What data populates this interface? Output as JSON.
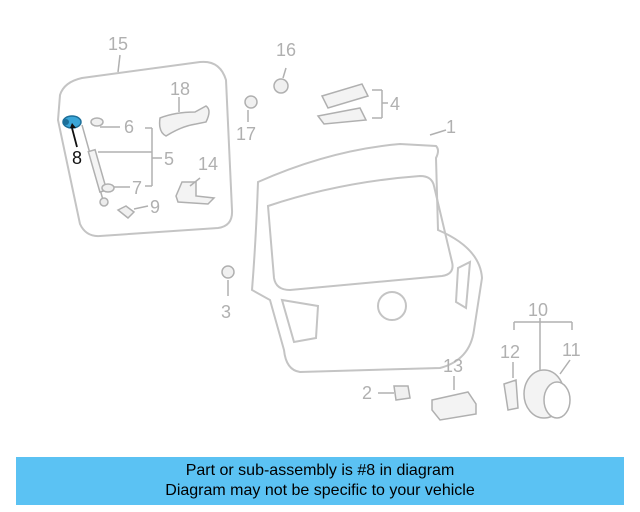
{
  "diagram": {
    "callouts": {
      "c1": "1",
      "c2": "2",
      "c3": "3",
      "c4": "4",
      "c5": "5",
      "c6": "6",
      "c7": "7",
      "c8": "8",
      "c9": "9",
      "c10": "10",
      "c11": "11",
      "c12": "12",
      "c13": "13",
      "c14": "14",
      "c15": "15",
      "c16": "16",
      "c17": "17",
      "c18": "18"
    },
    "highlighted_part": "8",
    "highlight_color": "#3aa6d8",
    "line_color": "#b0b0b0"
  },
  "caption": {
    "line1": "Part or sub-assembly is #8 in diagram",
    "line2": "Diagram may not be specific to your vehicle",
    "background": "#5bc2f3"
  }
}
